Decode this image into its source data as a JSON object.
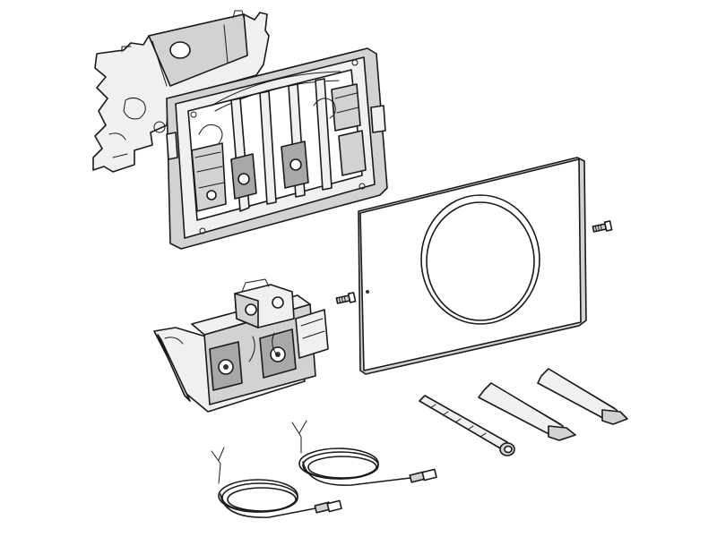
{
  "diagram": {
    "palette": {
      "line": "#1a1a1a",
      "fill_light": "#f0f0f0",
      "fill_mid": "#d2d2d2",
      "fill_dark": "#a8a8a8"
    },
    "components": [
      "rear-bracket",
      "mounting-frame",
      "cover-plate",
      "fixing-screw",
      "actuator-module",
      "connection-cable",
      "actuation-rod"
    ]
  }
}
